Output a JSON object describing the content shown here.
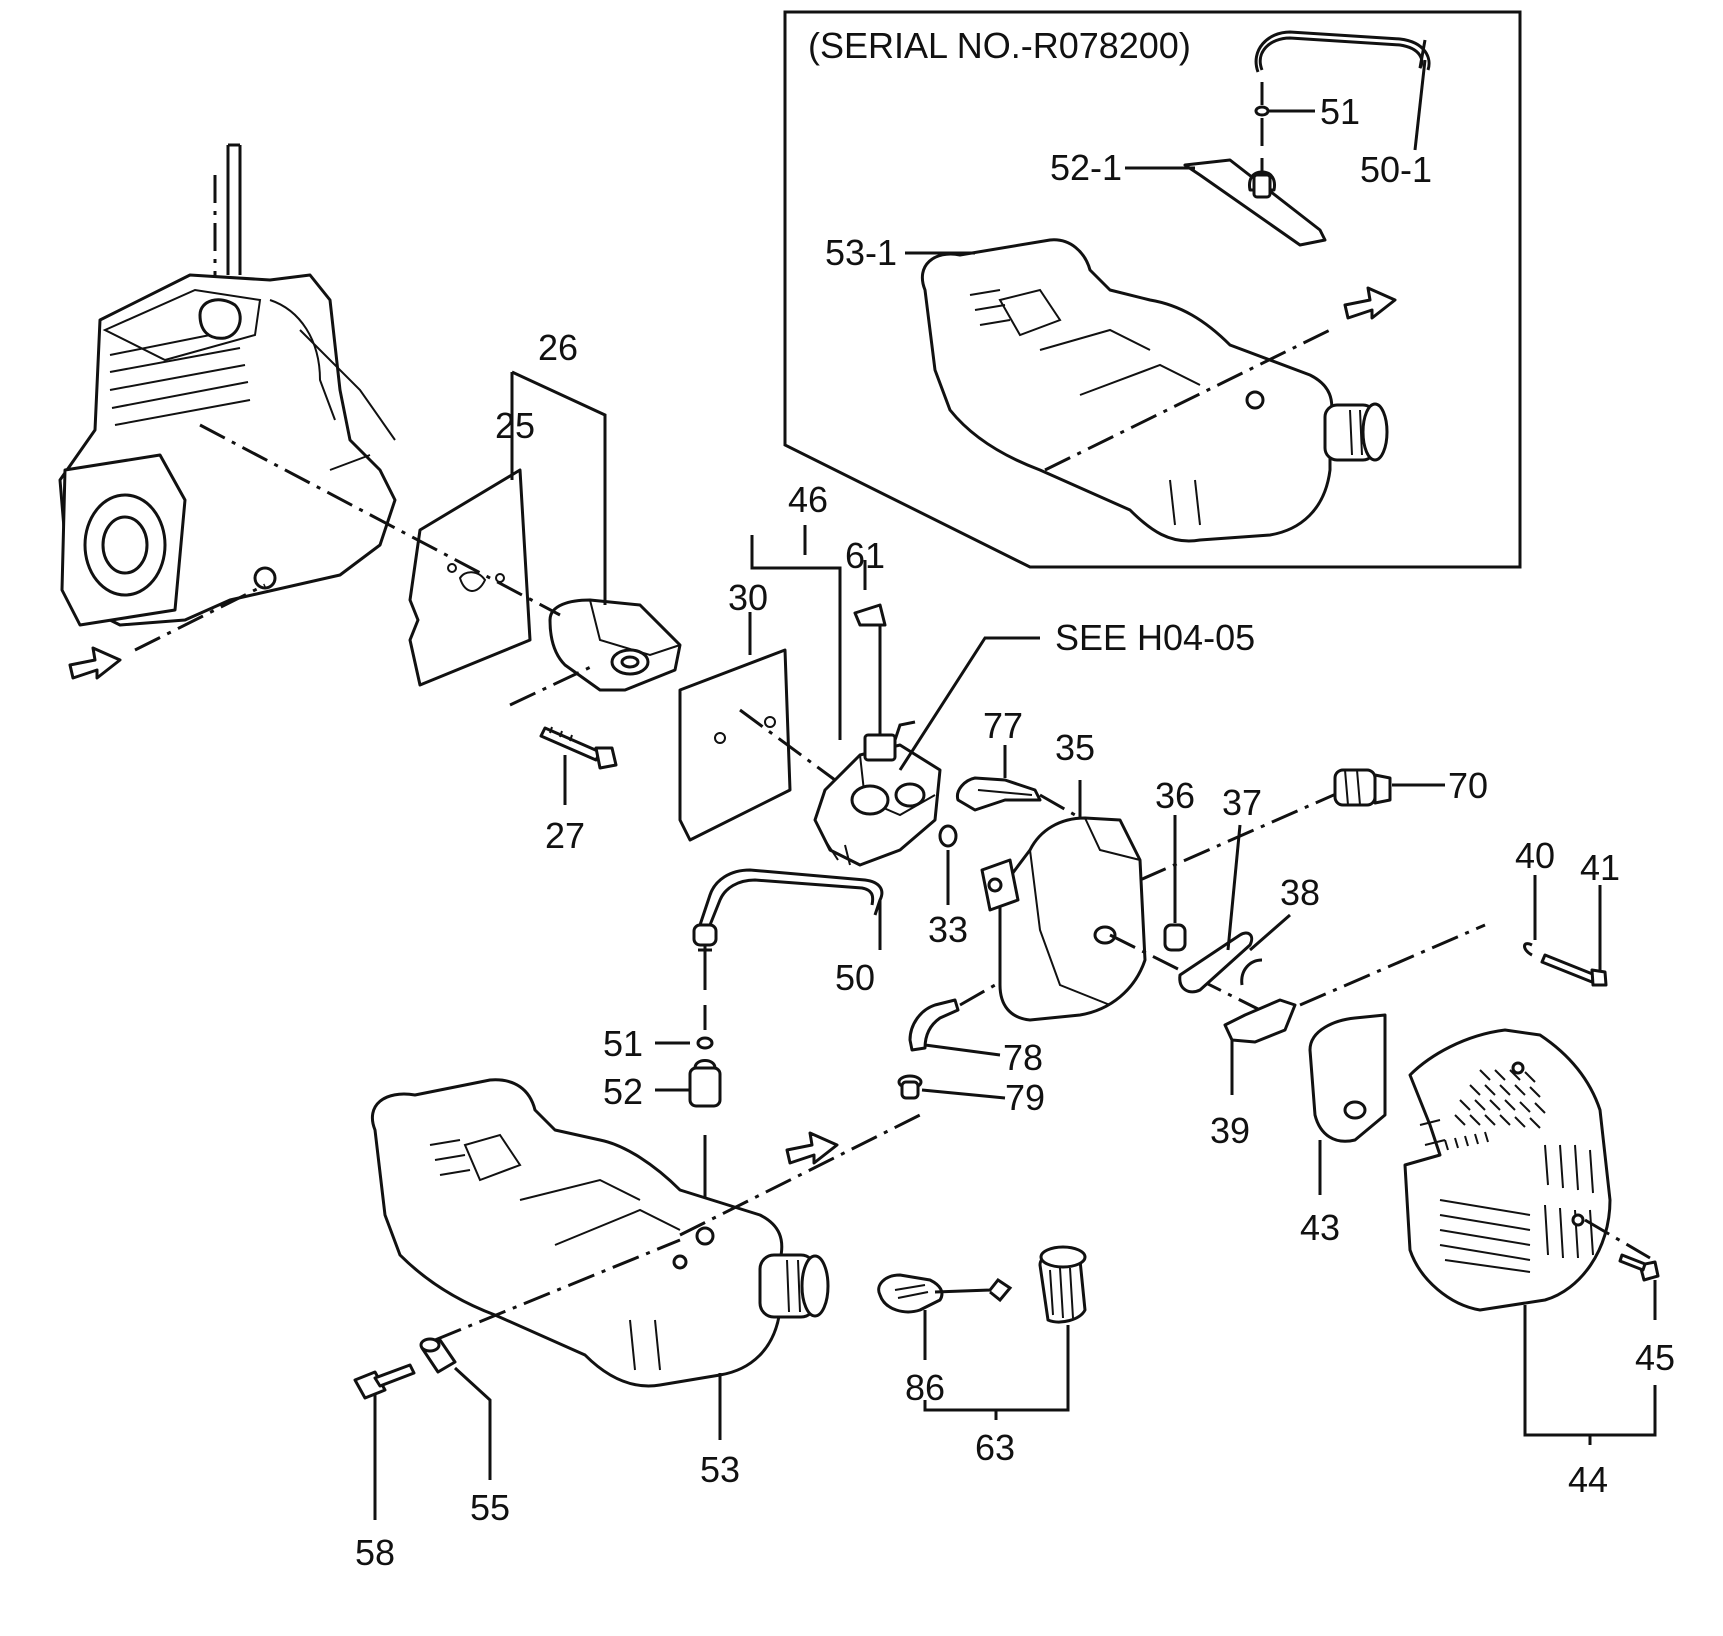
{
  "inset": {
    "serial_label": "(SERIAL NO.-R078200)"
  },
  "see_ref": "SEE H04-05",
  "labels": {
    "p25": "25",
    "p26": "26",
    "p27": "27",
    "p30": "30",
    "p33": "33",
    "p35": "35",
    "p36": "36",
    "p37": "37",
    "p38": "38",
    "p39": "39",
    "p40": "40",
    "p41": "41",
    "p43": "43",
    "p44": "44",
    "p45": "45",
    "p46": "46",
    "p50": "50",
    "p50_1": "50-1",
    "p51": "51",
    "p51_inset": "51",
    "p52": "52",
    "p52_1": "52-1",
    "p53": "53",
    "p53_1": "53-1",
    "p55": "55",
    "p58": "58",
    "p61": "61",
    "p63": "63",
    "p70": "70",
    "p77": "77",
    "p78": "78",
    "p79": "79",
    "p86": "86"
  }
}
